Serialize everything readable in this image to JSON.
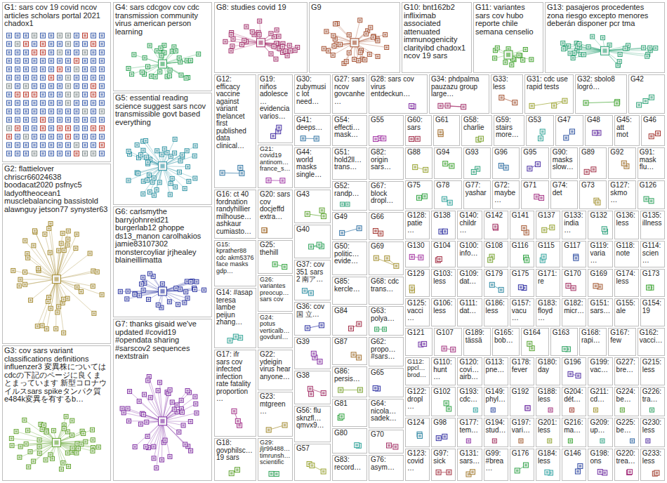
{
  "diagram": {
    "nodes": [
      {
        "text": [
          "G1: sars cov 19 covid ncov articles scholars portal 2021 chadox1"
        ]
      },
      {
        "text": [
          "G2: flattielover chriscr66024638 boodacat2020 psfnyc5 ladyoftheocean1 musclebalancing bassistold alawnguy jetson77 synyster63"
        ]
      },
      {
        "text": [
          "G3: cov sars variant classifications definitions influenzer3 変異株については cdcの下記のページに良くまとまっています 新型コロナウイルスsars spikeタンパク質 e484k変異を有するb…"
        ]
      },
      {
        "text": [
          "G4: sars cdcgov cov cdc transmission community virus american person learning"
        ]
      },
      {
        "text": [
          "G5: essential reading science suggest sars ncov transmissible govt based everything"
        ]
      },
      {
        "text": [
          "G6: carlsmythe barryjohnreid21 burgerlab12 ghoppe ds13_manon carolhakios jamie83107302 monstercoyliar jrjhealey blaineillimatta"
        ]
      },
      {
        "text": [
          "G7: thanks gisaid we've updated #covid19 #opendata sharing #sarscov2 sequences nextstrain"
        ]
      },
      {
        "text": [
          "G8: studies covid 19"
        ]
      },
      {
        "text": [
          "G9"
        ]
      },
      {
        "text": [
          "G10: bnt162b2 infliximab associated attenuated immunogenicity clarityibd chadox1 ncov 19 sars"
        ]
      },
      {
        "text": [
          "G11: variantes sars cov hubo reporte chile semana censelio"
        ]
      },
      {
        "text": [
          "G13: pasajeros procedentes zona riesgo excepto menores deberán disponer pcr tma"
        ]
      },
      {
        "text": [
          "G12: efficacy vaccine against variant thelancet first published data clinical…"
        ]
      },
      {
        "text": [
          "G19: niños adolesce… evidencia varios…"
        ]
      },
      {
        "text": [
          "G21: covid19 antinom… france_s…"
        ]
      },
      {
        "text": [
          "G16: ct 40 fordnation randyhillier milhouse… ashkaur cumiasto…"
        ]
      },
      {
        "text": [
          "G20: sars cov docjeffd extra…"
        ]
      },
      {
        "text": [
          "G15: kprather88 cdc akm5376 face masks gdp…"
        ]
      },
      {
        "text": [
          "G25: thehill"
        ]
      },
      {
        "text": [
          "G14: #asap teresa lambe peijun zhang…"
        ]
      },
      {
        "text": [
          "G26: variantes preocup… sars cov"
        ]
      },
      {
        "text": [
          "G24: potus verticalb… govdunl…"
        ]
      },
      {
        "text": [
          "G17: ifr sars cov infected infection rate fatality proportion…"
        ]
      },
      {
        "text": [
          "G22: ydeigin virus hear anyone…"
        ]
      },
      {
        "text": [
          "G23: mtgreen…"
        ]
      },
      {
        "text": [
          "G18: govphilsc… 19 sars"
        ]
      },
      {
        "text": [
          "G29: jljr99488… timrunsh… scientific"
        ]
      },
      {
        "text": [
          "G30: zubymusic lot need…"
        ]
      },
      {
        "text": [
          "G27: sars ncov govcanhe…"
        ]
      },
      {
        "text": [
          "G28: sars cov virus entdeckun…"
        ]
      },
      {
        "text": [
          "G34: phdpalma pauzazu group large…"
        ]
      },
      {
        "text": [
          "G33: less"
        ]
      },
      {
        "text": [
          "G31: cdc use rapid tests"
        ]
      },
      {
        "text": [
          "G32: sbolo8 logró…"
        ]
      },
      {
        "text": [
          "G42"
        ]
      },
      {
        "text": [
          "G41: deeps…"
        ]
      },
      {
        "text": [
          "G54: effecti… mask…"
        ]
      },
      {
        "text": [
          "G55"
        ]
      },
      {
        "text": [
          "G60: sars"
        ]
      },
      {
        "text": [
          "G61"
        ]
      },
      {
        "text": [
          "G58: charlie"
        ]
      },
      {
        "text": [
          "G59: stairs more…"
        ]
      },
      {
        "text": [
          "G53"
        ]
      },
      {
        "text": [
          "G47"
        ]
      },
      {
        "text": [
          "G48"
        ]
      },
      {
        "text": [
          "G45: att mot"
        ]
      },
      {
        "text": [
          "G46"
        ]
      },
      {
        "text": [
          "G44: world masks single…"
        ]
      },
      {
        "text": [
          "G43"
        ]
      },
      {
        "text": [
          "G40"
        ]
      },
      {
        "text": [
          "G37: cov 351 sars 2 南ア…"
        ]
      },
      {
        "text": [
          "G36: cov 国 立…"
        ]
      },
      {
        "text": [
          "G39"
        ]
      },
      {
        "text": [
          "G38"
        ]
      },
      {
        "text": [
          "G56: flu sknzfl… qmvx9…"
        ]
      },
      {
        "text": [
          "G57"
        ]
      },
      {
        "text": [
          "G51: hold2ll… trans…"
        ]
      },
      {
        "text": [
          "G52: randp…"
        ]
      },
      {
        "text": [
          "G49"
        ]
      },
      {
        "text": [
          "G50: politic… evide…"
        ]
      },
      {
        "text": [
          "G85: kercle…"
        ]
      },
      {
        "text": [
          "G84"
        ]
      },
      {
        "text": [
          "G87"
        ]
      },
      {
        "text": [
          "G86: persis…"
        ]
      },
      {
        "text": [
          "G81"
        ]
      },
      {
        "text": [
          "G80"
        ]
      },
      {
        "text": [
          "G83: record…"
        ]
      },
      {
        "text": [
          "G82: origin sars…"
        ]
      },
      {
        "text": [
          "G67: block dropl…"
        ]
      },
      {
        "text": [
          "G66"
        ]
      },
      {
        "text": [
          "G69"
        ]
      },
      {
        "text": [
          "G68: cdc trans…"
        ]
      },
      {
        "text": [
          "G63: polya…"
        ]
      },
      {
        "text": [
          "G62: propo… #sars…"
        ]
      },
      {
        "text": [
          "G65"
        ]
      },
      {
        "text": [
          "G64: nicola… sadek…"
        ]
      },
      {
        "text": [
          "G70"
        ]
      },
      {
        "text": [
          "G76: asym…"
        ]
      },
      {
        "text": [
          "G88"
        ]
      },
      {
        "text": [
          "G94"
        ]
      },
      {
        "text": [
          "G93"
        ]
      },
      {
        "text": [
          "G96"
        ]
      },
      {
        "text": [
          "G95"
        ]
      },
      {
        "text": [
          "G90: masks slow…"
        ]
      },
      {
        "text": [
          "G89"
        ]
      },
      {
        "text": [
          "G92"
        ]
      },
      {
        "text": [
          "G91: mask flu…"
        ]
      },
      {
        "text": [
          "G75"
        ]
      },
      {
        "text": [
          "G78"
        ]
      },
      {
        "text": [
          "G77: yashar"
        ]
      },
      {
        "text": [
          "G72: maybe…"
        ]
      },
      {
        "text": [
          "G71"
        ]
      },
      {
        "text": [
          "G74: det"
        ]
      },
      {
        "text": [
          "G73"
        ]
      },
      {
        "text": [
          "G127: skmo…"
        ]
      },
      {
        "text": [
          "G126"
        ]
      },
      {
        "text": [
          "G128: patie…"
        ]
      },
      {
        "text": [
          "G138"
        ]
      },
      {
        "text": [
          "G140: childr…"
        ]
      },
      {
        "text": [
          "G142"
        ]
      },
      {
        "text": [
          "G141"
        ]
      },
      {
        "text": [
          "G137"
        ]
      },
      {
        "text": [
          "G133: india…"
        ]
      },
      {
        "text": [
          "G132"
        ]
      },
      {
        "text": [
          "G136: less"
        ]
      },
      {
        "text": [
          "G135: illness"
        ]
      },
      {
        "text": [
          "G130"
        ]
      },
      {
        "text": [
          "G104"
        ]
      },
      {
        "text": [
          "G100: info…"
        ]
      },
      {
        "text": [
          "G108"
        ]
      },
      {
        "text": [
          "G116"
        ]
      },
      {
        "text": [
          "G115"
        ]
      },
      {
        "text": [
          "G117"
        ]
      },
      {
        "text": [
          "G119: varia…"
        ]
      },
      {
        "text": [
          "G118: note"
        ]
      },
      {
        "text": [
          "G114: scien…"
        ]
      },
      {
        "text": [
          "G129"
        ]
      },
      {
        "text": [
          "G103: less"
        ]
      },
      {
        "text": [
          "G109: dat…"
        ]
      },
      {
        "text": [
          "G179"
        ]
      },
      {
        "text": [
          "G175"
        ]
      },
      {
        "text": [
          "G171: re"
        ]
      },
      {
        "text": [
          "G170"
        ]
      },
      {
        "text": [
          "G169"
        ]
      },
      {
        "text": [
          "G174: less"
        ]
      },
      {
        "text": [
          "G173"
        ]
      },
      {
        "text": [
          "G125: vacci…"
        ]
      },
      {
        "text": [
          "G106: less"
        ]
      },
      {
        "text": [
          "G111: dat…"
        ]
      },
      {
        "text": [
          "G186: less"
        ]
      },
      {
        "text": [
          "G157: vacu…"
        ]
      },
      {
        "text": [
          "G183: floyd…"
        ]
      },
      {
        "text": [
          "G182: micr…"
        ]
      },
      {
        "text": [
          "G151: sars…"
        ]
      },
      {
        "text": [
          "G155: ale"
        ]
      },
      {
        "text": [
          "G154: 19"
        ]
      },
      {
        "text": [
          "G121"
        ]
      },
      {
        "text": [
          "G107"
        ]
      },
      {
        "text": [
          "G189: tässä"
        ]
      },
      {
        "text": [
          "G165: bob…"
        ]
      },
      {
        "text": [
          "G164"
        ]
      },
      {
        "text": [
          "G163"
        ]
      },
      {
        "text": [
          "G168: rapi…"
        ]
      },
      {
        "text": [
          "G167: few"
        ]
      },
      {
        "text": [
          "G162: vacci…"
        ]
      },
      {
        "text": [
          "G112: ppcl… brod…"
        ]
      },
      {
        "text": [
          "G110: hunt…"
        ]
      },
      {
        "text": [
          "G120: covi… airb…"
        ]
      },
      {
        "text": [
          "G113: pne…"
        ]
      },
      {
        "text": [
          "G178: fever"
        ]
      },
      {
        "text": [
          "G180: day"
        ]
      },
      {
        "text": [
          "G196"
        ]
      },
      {
        "text": [
          "G199: vac…"
        ]
      },
      {
        "text": [
          "G227: bre…"
        ]
      },
      {
        "text": [
          "G215: less"
        ]
      },
      {
        "text": [
          "G122: dropl…"
        ]
      },
      {
        "text": [
          "G102"
        ]
      },
      {
        "text": [
          "G193: cdc…"
        ]
      },
      {
        "text": [
          "G149: phyl…"
        ]
      },
      {
        "text": [
          "G192"
        ]
      },
      {
        "text": [
          "G188: less"
        ]
      },
      {
        "text": [
          "G204: dét…"
        ]
      },
      {
        "text": [
          "G211: cd…"
        ]
      },
      {
        "text": [
          "G224: be…"
        ]
      },
      {
        "text": [
          "G226: tra…"
        ]
      },
      {
        "text": [
          "G124"
        ]
      },
      {
        "text": [
          "G98"
        ]
      },
      {
        "text": [
          "G177: tem…"
        ]
      },
      {
        "text": [
          "G194: stud…"
        ]
      },
      {
        "text": [
          "G197: vari…"
        ]
      },
      {
        "text": [
          "G201: less"
        ]
      },
      {
        "text": [
          "G216: ma…"
        ]
      },
      {
        "text": [
          "G209: up…"
        ]
      },
      {
        "text": [
          "G225: be…"
        ]
      },
      {
        "text": [
          "G230: less"
        ]
      },
      {
        "text": [
          "G123: covid…"
        ]
      },
      {
        "text": [
          "G97: sick"
        ]
      },
      {
        "text": [
          "G131: sars…"
        ]
      },
      {
        "text": [
          "G99: #brea…"
        ]
      },
      {
        "text": [
          "G176"
        ]
      },
      {
        "text": [
          "G184: less"
        ]
      },
      {
        "text": [
          "G146"
        ]
      },
      {
        "text": [
          "G198: ons"
        ]
      },
      {
        "text": [
          "G220: trea…"
        ]
      },
      {
        "text": [
          "G233: less"
        ]
      }
    ]
  }
}
